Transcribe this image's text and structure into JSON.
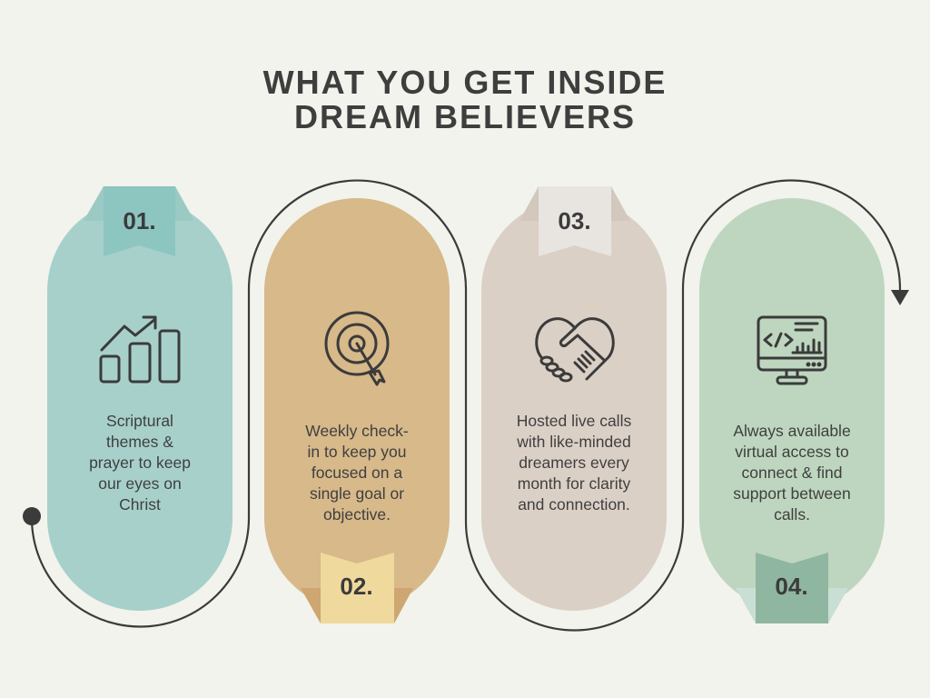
{
  "title": {
    "line1": "WHAT YOU GET INSIDE",
    "line2": "DREAM BELIEVERS"
  },
  "colors": {
    "background": "#f2f3ec",
    "text": "#3d3d3d",
    "card1": "#a7d0cb",
    "ribbon1": "#8dc5c1",
    "card2": "#d7b98a",
    "ribbon2": "#f0d99d",
    "card3": "#dbd0c6",
    "ribbon3": "#e8e5e0",
    "card4": "#bed6bf",
    "ribbon4": "#8fb6a0"
  },
  "cards": [
    {
      "number": "01.",
      "icon": "growth-chart-icon",
      "lines": [
        "Scriptural",
        "themes &",
        "prayer to keep",
        "our eyes on",
        "Christ"
      ]
    },
    {
      "number": "02.",
      "icon": "target-icon",
      "lines": [
        "Weekly check-",
        "in to keep you",
        "focused on a",
        "single goal or",
        "objective."
      ]
    },
    {
      "number": "03.",
      "icon": "heart-handshake-icon",
      "lines": [
        "Hosted live calls",
        "with like-minded",
        "dreamers every",
        "month for clarity",
        "and connection."
      ]
    },
    {
      "number": "04.",
      "icon": "computer-code-icon",
      "lines": [
        "Always available",
        "virtual access to",
        "connect & find",
        "support between",
        "calls."
      ]
    }
  ]
}
